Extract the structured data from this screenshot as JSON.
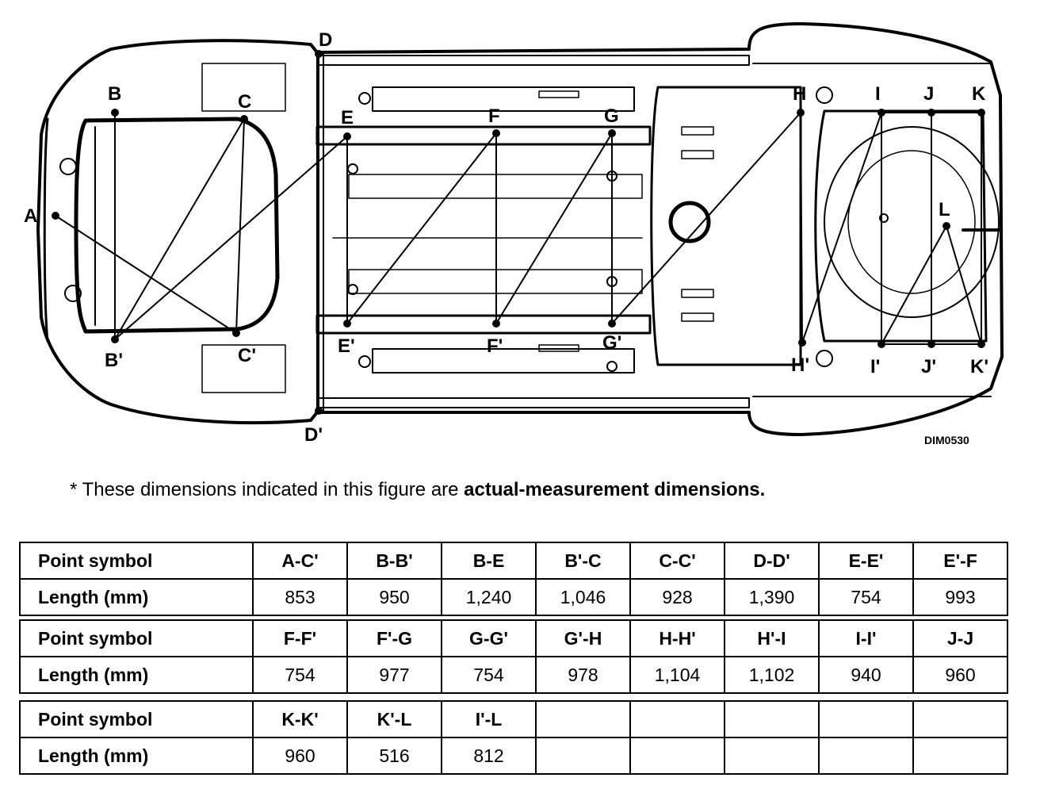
{
  "figure": {
    "code": "DIM0530",
    "points": [
      "A",
      "B",
      "C",
      "D",
      "E",
      "F",
      "G",
      "H",
      "I",
      "J",
      "K",
      "L",
      "B'",
      "C'",
      "D'",
      "E'",
      "F'",
      "G'",
      "H'",
      "I'",
      "J'",
      "K'"
    ]
  },
  "note": {
    "prefix": "* These dimensions indicated in this figure are ",
    "emphasis": "actual-measurement dimensions."
  },
  "table": {
    "row_label_symbol": "Point symbol",
    "row_label_length": "Length (mm)",
    "groups": [
      {
        "symbols": [
          "A-C'",
          "B-B'",
          "B-E",
          "B'-C",
          "C-C'",
          "D-D'",
          "E-E'",
          "E'-F"
        ],
        "lengths": [
          "853",
          "950",
          "1,240",
          "1,046",
          "928",
          "1,390",
          "754",
          "993"
        ]
      },
      {
        "symbols": [
          "F-F'",
          "F'-G",
          "G-G'",
          "G'-H",
          "H-H'",
          "H'-I",
          "I-I'",
          "J-J"
        ],
        "lengths": [
          "754",
          "977",
          "754",
          "978",
          "1,104",
          "1,102",
          "940",
          "960"
        ]
      },
      {
        "symbols": [
          "K-K'",
          "K'-L",
          "I'-L",
          "",
          "",
          "",
          "",
          ""
        ],
        "lengths": [
          "960",
          "516",
          "812",
          "",
          "",
          "",
          "",
          ""
        ]
      }
    ]
  }
}
